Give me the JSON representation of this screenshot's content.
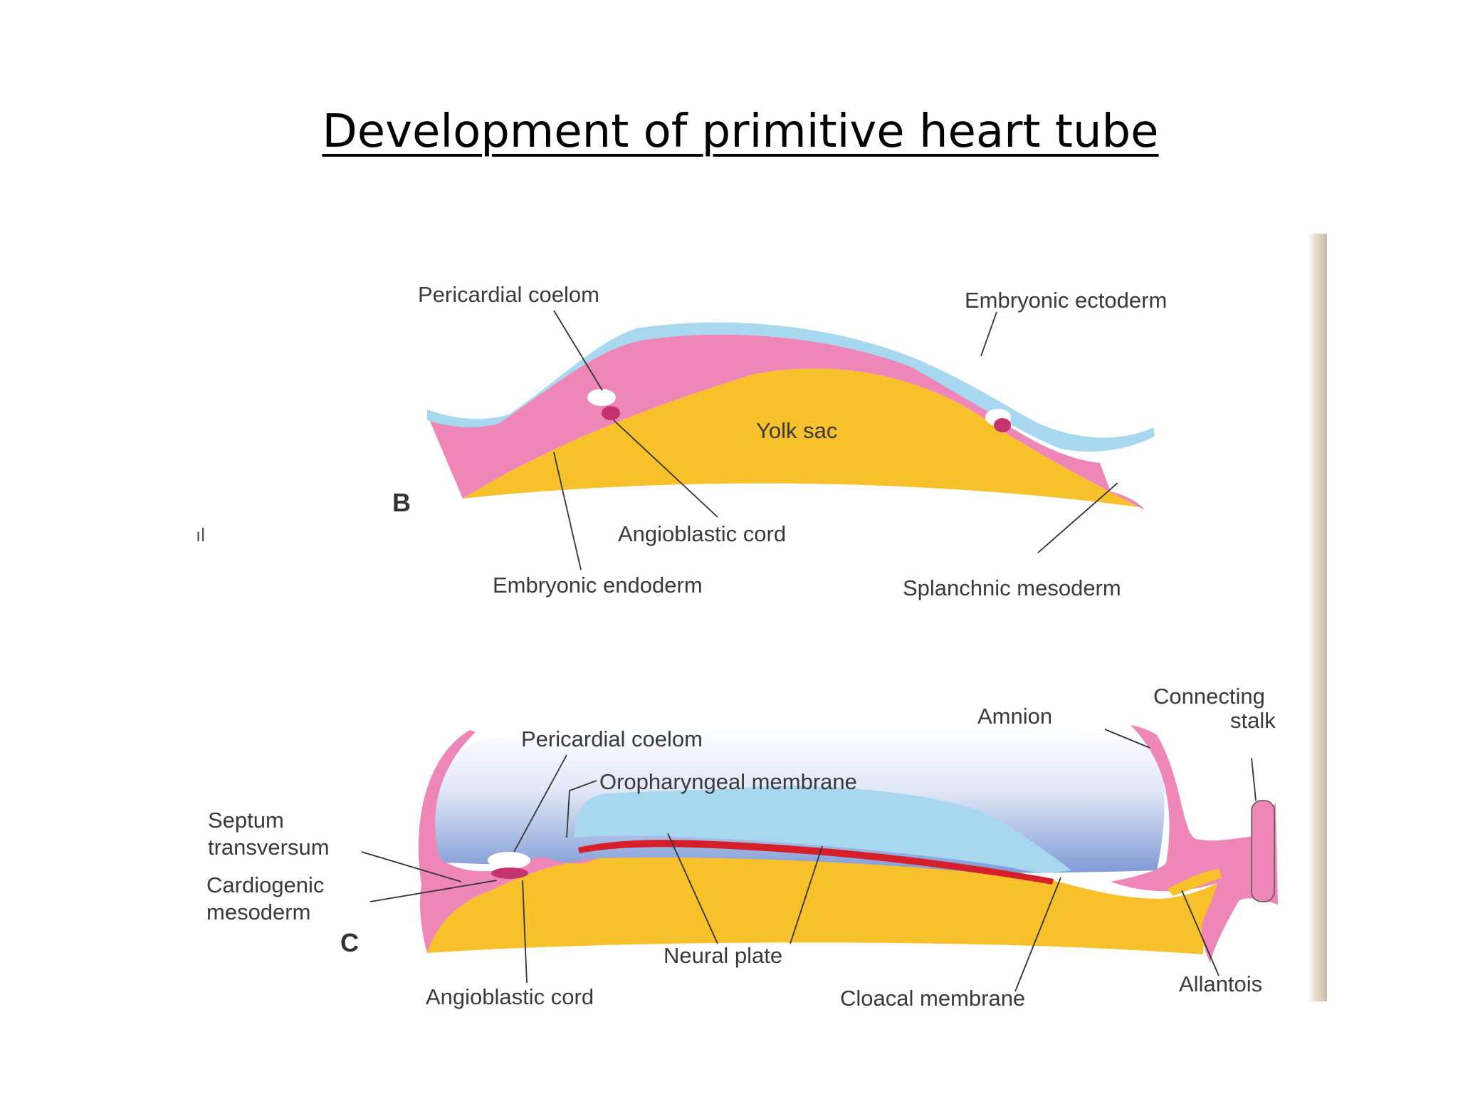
{
  "title": "Development of primitive heart tube",
  "colors": {
    "ectoderm": "#a8d8ef",
    "mesoderm": "#ee86b8",
    "yolk_sac": "#f6c12a",
    "amniotic_cavity": "#8aa4da",
    "neural_plate": "#d51f2b",
    "angioblastic": "#c4336e"
  },
  "panel_b": {
    "letter": "B",
    "labels": {
      "pericardial_coelom": "Pericardial coelom",
      "embryonic_ectoderm": "Embryonic ectoderm",
      "yolk_sac": "Yolk sac",
      "angioblastic_cord": "Angioblastic cord",
      "embryonic_endoderm": "Embryonic endoderm",
      "splanchnic_mesoderm": "Splanchnic mesoderm"
    }
  },
  "panel_c": {
    "letter": "C",
    "labels": {
      "connecting_stalk_1": "Connecting",
      "connecting_stalk_2": "stalk",
      "amnion": "Amnion",
      "pericardial_coelom": "Pericardial coelom",
      "oropharyngeal_membrane": "Oropharyngeal membrane",
      "septum_1": "Septum",
      "septum_2": "transversum",
      "cardiogenic_1": "Cardiogenic",
      "cardiogenic_2": "mesoderm",
      "neural_plate": "Neural plate",
      "angioblastic_cord": "Angioblastic cord",
      "cloacal_membrane": "Cloacal membrane",
      "allantois": "Allantois"
    }
  }
}
